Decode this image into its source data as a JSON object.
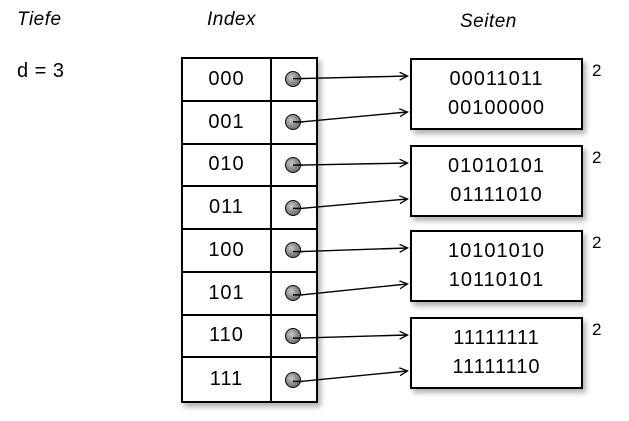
{
  "labels": {
    "depth_title": "Tiefe",
    "depth_value": "d = 3",
    "index_title": "Index",
    "pages_title": "Seiten"
  },
  "index_table": {
    "rows": [
      "000",
      "001",
      "010",
      "011",
      "100",
      "101",
      "110",
      "111"
    ]
  },
  "pages": [
    {
      "entries": [
        "00011011",
        "00100000"
      ],
      "local_depth": "2"
    },
    {
      "entries": [
        "01010101",
        "01111010"
      ],
      "local_depth": "2"
    },
    {
      "entries": [
        "10101010",
        "10110101"
      ],
      "local_depth": "2"
    },
    {
      "entries": [
        "11111111",
        "11111110"
      ],
      "local_depth": "2"
    }
  ],
  "links": [
    {
      "index": "000",
      "page": 0,
      "slot": 0
    },
    {
      "index": "001",
      "page": 0,
      "slot": 1
    },
    {
      "index": "010",
      "page": 1,
      "slot": 0
    },
    {
      "index": "011",
      "page": 1,
      "slot": 1
    },
    {
      "index": "100",
      "page": 2,
      "slot": 0
    },
    {
      "index": "101",
      "page": 2,
      "slot": 1
    },
    {
      "index": "110",
      "page": 3,
      "slot": 0
    },
    {
      "index": "111",
      "page": 3,
      "slot": 1
    }
  ],
  "colors": {
    "line": "#000000",
    "page_fill": "#ffffff",
    "dot_fill": "#8d8d8d"
  }
}
